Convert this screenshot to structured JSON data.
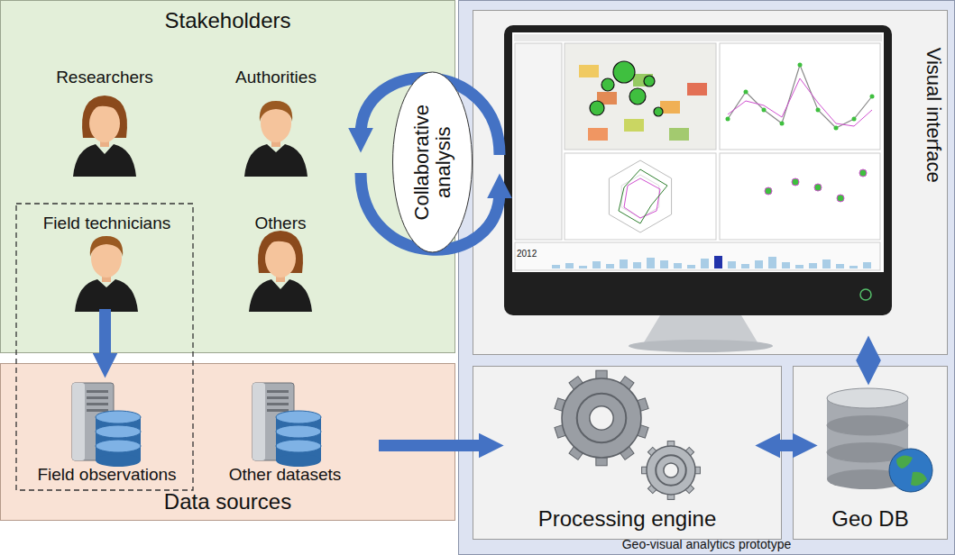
{
  "diagram": {
    "nodes": [
      {
        "text": [
          "Stakeholders"
        ]
      },
      {
        "text": [
          "Researchers"
        ],
        "in": 0
      },
      {
        "text": [
          "Authorities"
        ],
        "in": 0
      },
      {
        "text": [
          "Field technicians"
        ],
        "in": 0
      },
      {
        "text": [
          "Others"
        ],
        "in": 0
      },
      {
        "text": [
          "Data sources"
        ]
      },
      {
        "text": [
          "Field observations"
        ],
        "in": 5
      },
      {
        "text": [
          "Other datasets"
        ],
        "in": 5
      },
      {
        "text": [
          "Geo-visual analytics prototype"
        ]
      },
      {
        "text": [
          "Visual interface"
        ],
        "in": 8
      },
      {
        "text": [
          "Processing engine"
        ],
        "in": 8
      },
      {
        "text": [
          "Geo DB"
        ],
        "in": 8
      }
    ],
    "edges": [
      {
        "from": 3,
        "to": 6,
        "arrow": "to"
      },
      {
        "from": 5,
        "to": 10,
        "arrow": "to"
      },
      {
        "from": 10,
        "to": 11,
        "arrow": "both"
      },
      {
        "from": 9,
        "to": 11,
        "arrow": "both"
      },
      {
        "from": 9,
        "to": 0,
        "arrow": "to"
      },
      {
        "from": 0,
        "to": 9,
        "arrow": "to",
        "label": "Collaborative analysis"
      }
    ],
    "labels": [
      "2012"
    ]
  }
}
